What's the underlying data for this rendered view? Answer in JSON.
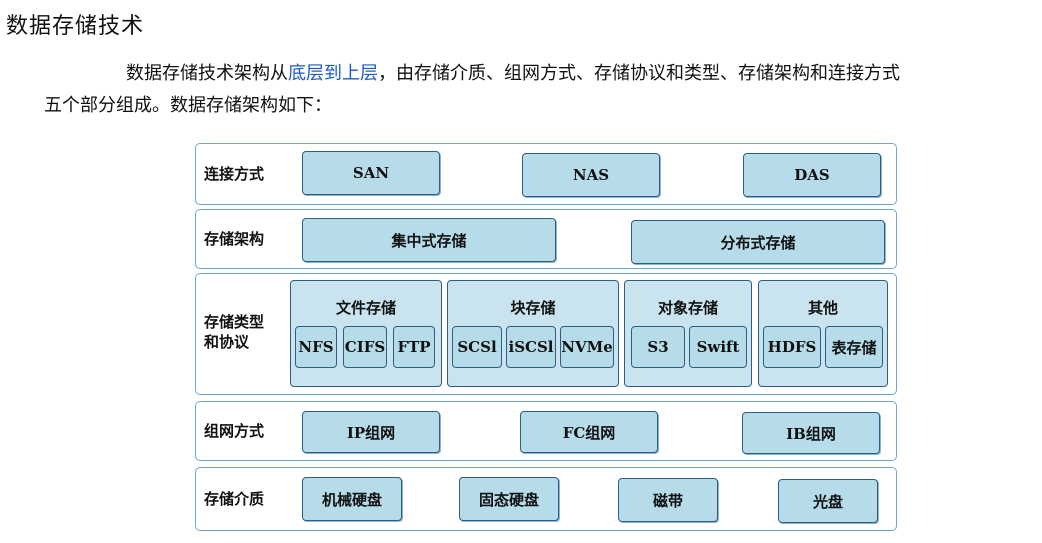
{
  "title": "数据存储技术",
  "paragraph": {
    "before": "数据存储技术架构从",
    "highlight": "底层到上层",
    "after": "，由存储介质、组网方式、存储协议和类型、存储架构和连接方式",
    "line2": "五个部分组成。数据存储架构如下："
  },
  "diagram": {
    "connection": {
      "label": "连接方式",
      "items": [
        "SAN",
        "NAS",
        "DAS"
      ]
    },
    "architecture": {
      "label": "存储架构",
      "items": [
        "集中式存储",
        "分布式存储"
      ]
    },
    "types": {
      "label_line1": "存储类型",
      "label_line2": "和协议",
      "groups": [
        {
          "title": "文件存储",
          "items": [
            "NFS",
            "CIFS",
            "FTP"
          ]
        },
        {
          "title": "块存储",
          "items": [
            "SCSl",
            "iSCSl",
            "NVMe"
          ]
        },
        {
          "title": "对象存储",
          "items": [
            "S3",
            "Swift"
          ]
        },
        {
          "title": "其他",
          "items": [
            "HDFS",
            "表存储"
          ]
        }
      ]
    },
    "network": {
      "label": "组网方式",
      "items": [
        "IP组网",
        "FC组网",
        "IB组网"
      ]
    },
    "media": {
      "label": "存储介质",
      "items": [
        "机械硬盘",
        "固态硬盘",
        "磁带",
        "光盘"
      ]
    }
  },
  "colors": {
    "box_fill": "#b6dcea",
    "box_border": "#2e5f82",
    "row_border": "#6fa6cf",
    "highlight_text": "#1a5cc8"
  }
}
